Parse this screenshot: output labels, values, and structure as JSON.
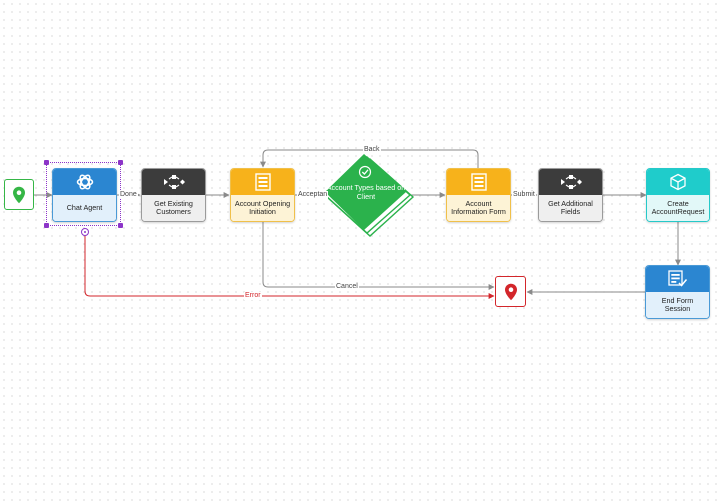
{
  "nodes": {
    "chat_agent": "Chat Agent",
    "get_existing_customers": "Get Existing Customers",
    "account_opening_initiation": "Account Opening Initiation",
    "account_types": "Account Types based on Client",
    "account_information_form": "Account Information Form",
    "get_additional_fields": "Get Additional Fields",
    "create_account_request": "Create AccountRequest",
    "end_form_session": "End Form Session"
  },
  "edges": {
    "done": "Done",
    "acceptance": "Acceptan",
    "back": "Back",
    "submit": "Submit",
    "cancel": "Cancel",
    "error": "Error"
  },
  "colors": {
    "start_green": "#35b646",
    "end_red": "#d3262b",
    "selection_purple": "#8c34c8",
    "decision_green": "#2bb24c",
    "connector_gray": "#8a8a8a"
  },
  "icons": {
    "start": "map-pin-icon",
    "chat_agent": "openai-icon",
    "subflow": "subflow-icon",
    "form": "form-icon",
    "decision": "check-icon",
    "create": "cube-icon",
    "end_session": "form-check-icon",
    "end": "map-pin-icon"
  }
}
